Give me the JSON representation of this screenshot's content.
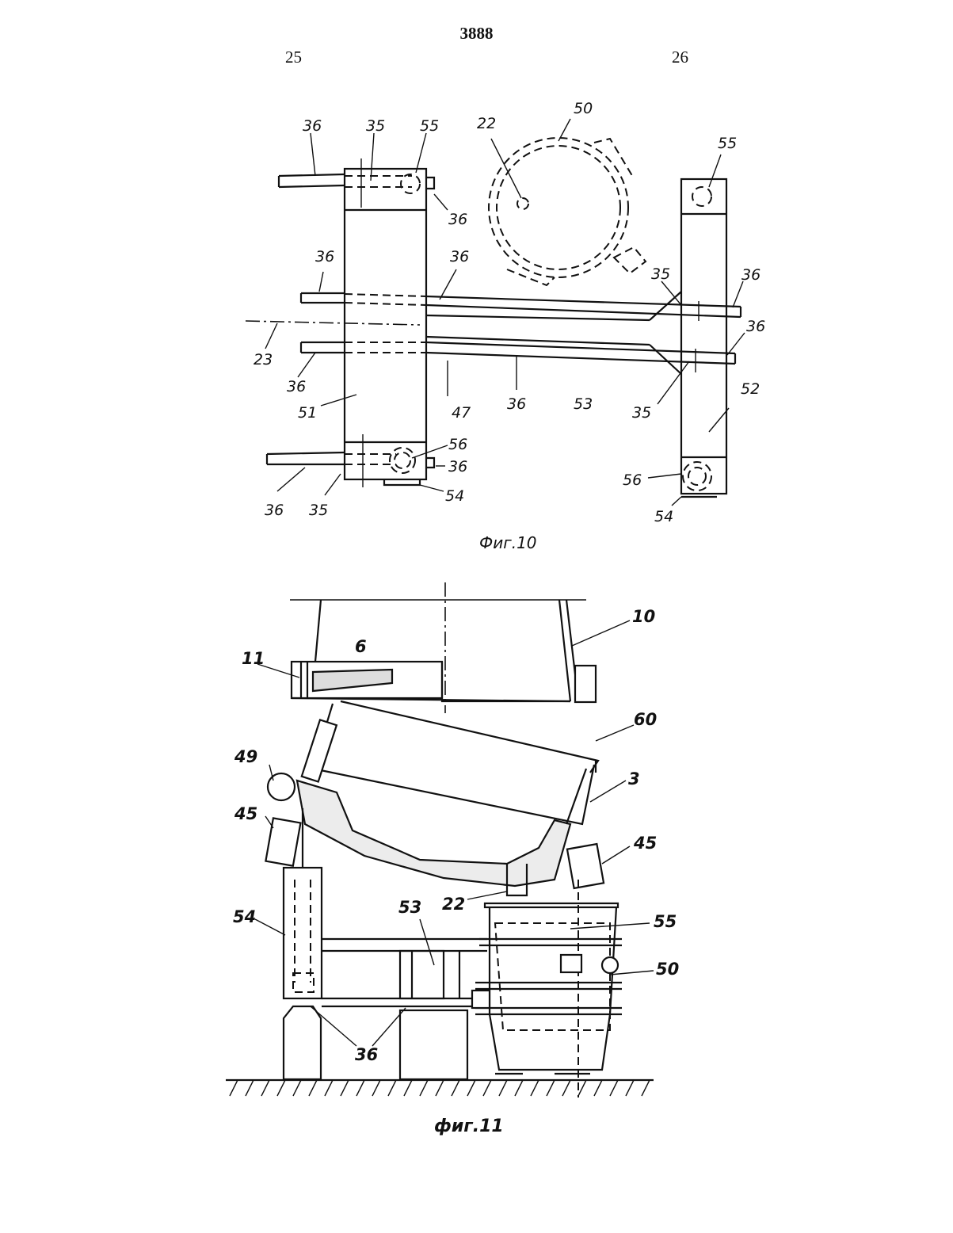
{
  "header": {
    "doc_number": "3888",
    "page_left": "25",
    "page_right": "26"
  },
  "fig10": {
    "caption": "Фиг.10",
    "labels": {
      "l36a": "36",
      "l35a": "35",
      "l55a": "55",
      "l36b": "36",
      "l22": "22",
      "l50": "50",
      "l55b": "55",
      "l36c": "36",
      "l36d": "36",
      "l35b": "35",
      "l36e": "36",
      "l36f": "36",
      "l23": "23",
      "l36g": "36",
      "l51": "51",
      "l47": "47",
      "l36h": "36",
      "l53": "53",
      "l35c": "35",
      "l52": "52",
      "l56a": "56",
      "l36i": "36",
      "l54a": "54",
      "l36j": "36",
      "l35d": "35",
      "l56b": "56",
      "l54b": "54"
    }
  },
  "fig11": {
    "caption": "фиг.11",
    "labels": {
      "l10": "10",
      "l6": "6",
      "l11": "11",
      "l60": "60",
      "l49": "49",
      "l3": "3",
      "l45a": "45",
      "l45b": "45",
      "l22": "22",
      "l54": "54",
      "l53": "53",
      "l55": "55",
      "l50": "50",
      "l36": "36"
    }
  }
}
